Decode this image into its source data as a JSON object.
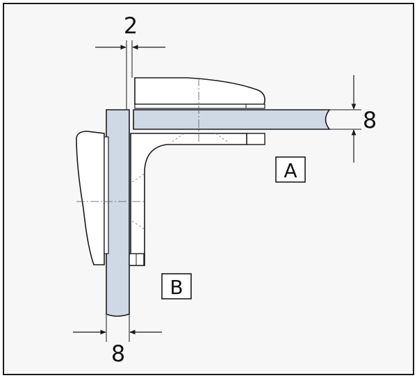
{
  "labels": {
    "gap_top": "2",
    "glass_a_thickness": "8",
    "glass_b_thickness": "8",
    "panel_a": "A",
    "panel_b": "B"
  },
  "colors": {
    "glass": "#cfd9e6",
    "line": "#1a1a1a",
    "background": "#f7f7f7"
  }
}
